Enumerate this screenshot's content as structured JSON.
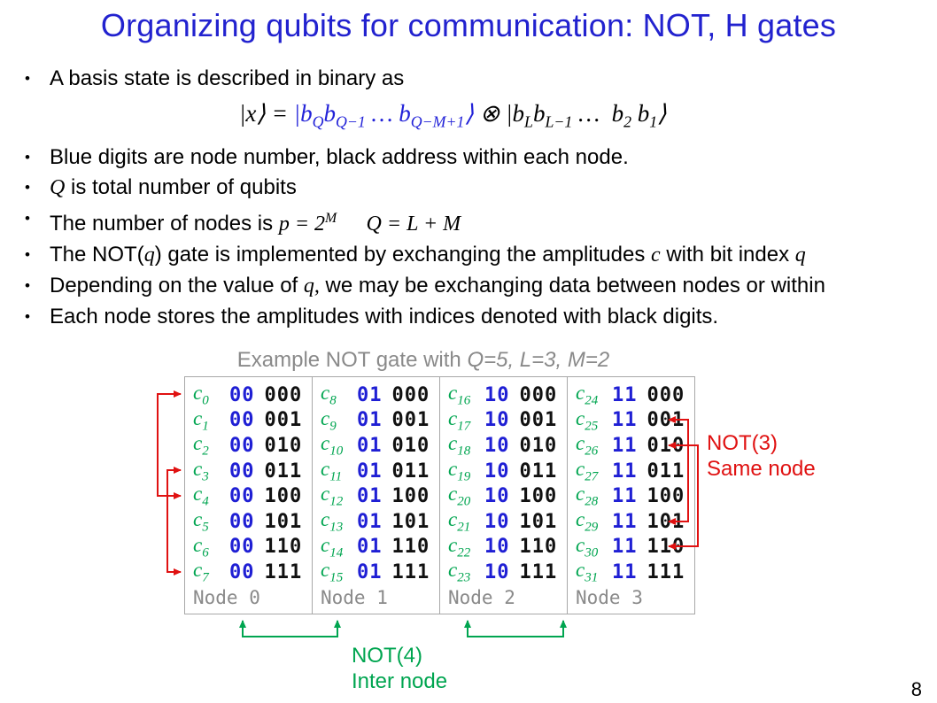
{
  "title": "Organizing qubits for communication: NOT, H gates",
  "page_number": "8",
  "colors": {
    "title_blue": "#2222cf",
    "formula_blue": "#2222d8",
    "digit_blue": "#1f1fd4",
    "green": "#00a550",
    "red": "#e01111",
    "gray": "#8a8a8a"
  },
  "content": [
    {
      "type": "bullet",
      "segments": [
        {
          "text": "A basis state is described in binary as",
          "math": false
        }
      ]
    },
    {
      "type": "formula",
      "segments": [
        {
          "text": "|x⟩ = ",
          "math": true,
          "color": "#000000"
        },
        {
          "text": "|b_Qb_{Q−1} … b_{Q−M+1}⟩",
          "math": true,
          "color": "#2222d8"
        },
        {
          "text": " ⊗ |b_Lb_{L−1} …  b_2 b_1⟩",
          "math": true,
          "color": "#000000"
        }
      ]
    },
    {
      "type": "bullet",
      "segments": [
        {
          "text": "Blue digits are node number, black address within each node.",
          "math": false
        }
      ]
    },
    {
      "type": "bullet",
      "segments": [
        {
          "text": "Q",
          "math": true
        },
        {
          "text": " is total number of qubits",
          "math": false
        }
      ]
    },
    {
      "type": "bullet",
      "segments": [
        {
          "text": "The number of nodes is ",
          "math": false
        },
        {
          "text": "p = 2^M",
          "math": true
        },
        {
          "text": "     ",
          "math": false
        },
        {
          "text": "Q = L + M",
          "math": true
        }
      ]
    },
    {
      "type": "bullet",
      "segments": [
        {
          "text": "The NOT(",
          "math": false
        },
        {
          "text": "q",
          "math": true
        },
        {
          "text": ") gate is implemented by exchanging the amplitudes ",
          "math": false
        },
        {
          "text": "c",
          "math": true
        },
        {
          "text": " with bit index ",
          "math": false
        },
        {
          "text": "q",
          "math": true
        }
      ]
    },
    {
      "type": "bullet",
      "segments": [
        {
          "text": "Depending on the value of ",
          "math": false
        },
        {
          "text": "q,",
          "math": true
        },
        {
          "text": " we may be exchanging data between nodes or within",
          "math": false
        }
      ]
    },
    {
      "type": "bullet",
      "segments": [
        {
          "text": "Each node stores the amplitudes with indices denoted with black digits.",
          "math": false
        }
      ]
    }
  ],
  "figure": {
    "caption": {
      "prefix": "Example NOT gate with ",
      "emph": "Q=5, L=3, M=2"
    },
    "amp_symbol": "c",
    "nodes": [
      {
        "label": "Node 0",
        "node_bits": "00",
        "rows": [
          {
            "sub": "0",
            "addr": "000"
          },
          {
            "sub": "1",
            "addr": "001"
          },
          {
            "sub": "2",
            "addr": "010"
          },
          {
            "sub": "3",
            "addr": "011"
          },
          {
            "sub": "4",
            "addr": "100"
          },
          {
            "sub": "5",
            "addr": "101"
          },
          {
            "sub": "6",
            "addr": "110"
          },
          {
            "sub": "7",
            "addr": "111"
          }
        ]
      },
      {
        "label": "Node 1",
        "node_bits": "01",
        "rows": [
          {
            "sub": "8",
            "addr": "000"
          },
          {
            "sub": "9",
            "addr": "001"
          },
          {
            "sub": "10",
            "addr": "010"
          },
          {
            "sub": "11",
            "addr": "011"
          },
          {
            "sub": "12",
            "addr": "100"
          },
          {
            "sub": "13",
            "addr": "101"
          },
          {
            "sub": "14",
            "addr": "110"
          },
          {
            "sub": "15",
            "addr": "111"
          }
        ]
      },
      {
        "label": "Node 2",
        "node_bits": "10",
        "rows": [
          {
            "sub": "16",
            "addr": "000"
          },
          {
            "sub": "17",
            "addr": "001"
          },
          {
            "sub": "18",
            "addr": "010"
          },
          {
            "sub": "19",
            "addr": "011"
          },
          {
            "sub": "20",
            "addr": "100"
          },
          {
            "sub": "21",
            "addr": "101"
          },
          {
            "sub": "22",
            "addr": "110"
          },
          {
            "sub": "23",
            "addr": "111"
          }
        ]
      },
      {
        "label": "Node 3",
        "node_bits": "11",
        "rows": [
          {
            "sub": "24",
            "addr": "000"
          },
          {
            "sub": "25",
            "addr": "001"
          },
          {
            "sub": "26",
            "addr": "010"
          },
          {
            "sub": "27",
            "addr": "011"
          },
          {
            "sub": "28",
            "addr": "100"
          },
          {
            "sub": "29",
            "addr": "101"
          },
          {
            "sub": "30",
            "addr": "110"
          },
          {
            "sub": "31",
            "addr": "111"
          }
        ]
      }
    ],
    "annotations": {
      "not3": {
        "line1": "NOT(3)",
        "line2": "Same node"
      },
      "not4": {
        "line1": "NOT(4)",
        "line2": "Inter node"
      }
    }
  }
}
